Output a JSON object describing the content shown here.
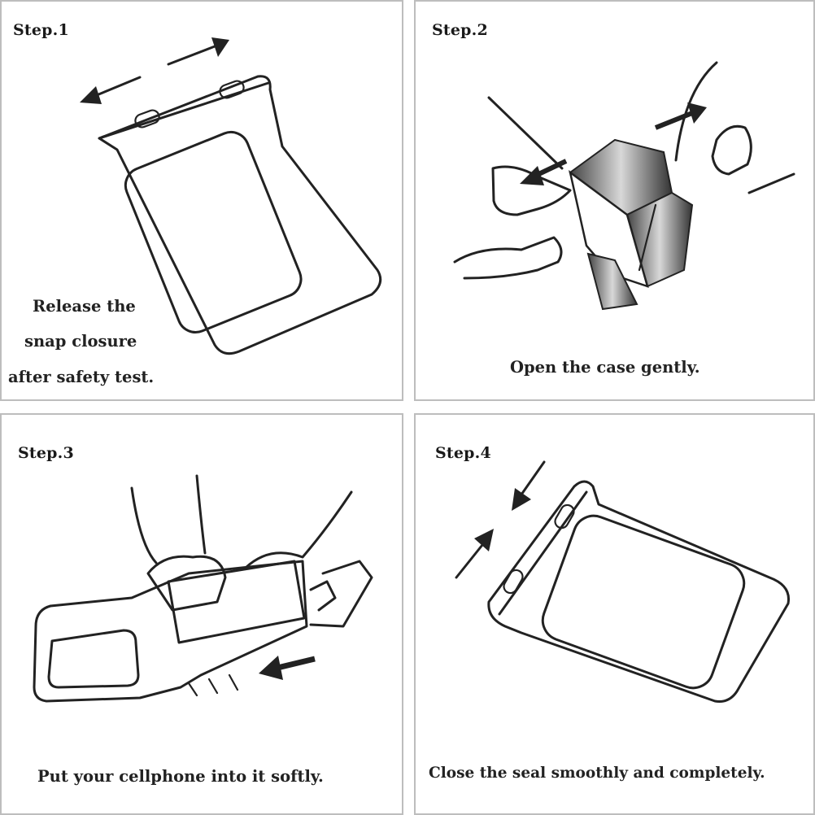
{
  "steps": [
    {
      "label": "Step.1",
      "caption_lines": [
        "Release the",
        "snap closure",
        "after safety test."
      ]
    },
    {
      "label": "Step.2",
      "caption": "Open the case gently."
    },
    {
      "label": "Step.3",
      "caption": "Put your cellphone into it softly."
    },
    {
      "label": "Step.4",
      "caption": "Close the seal smoothly and completely."
    }
  ],
  "colors": {
    "panel_border": "#bdbdbd",
    "ink": "#222222",
    "background": "#ffffff"
  }
}
